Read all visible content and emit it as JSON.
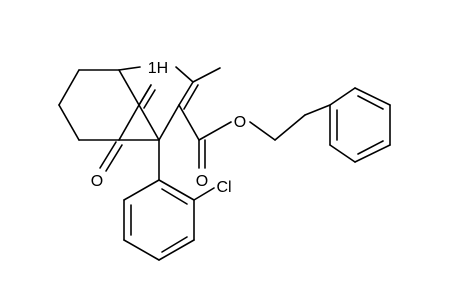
{
  "molecule": {
    "atom_labels": {
      "nh": "1H",
      "methyl": "",
      "ketone_o": "O",
      "ester_o_carbonyl": "O",
      "ester_o_ether": "O",
      "chloro": "Cl"
    }
  }
}
